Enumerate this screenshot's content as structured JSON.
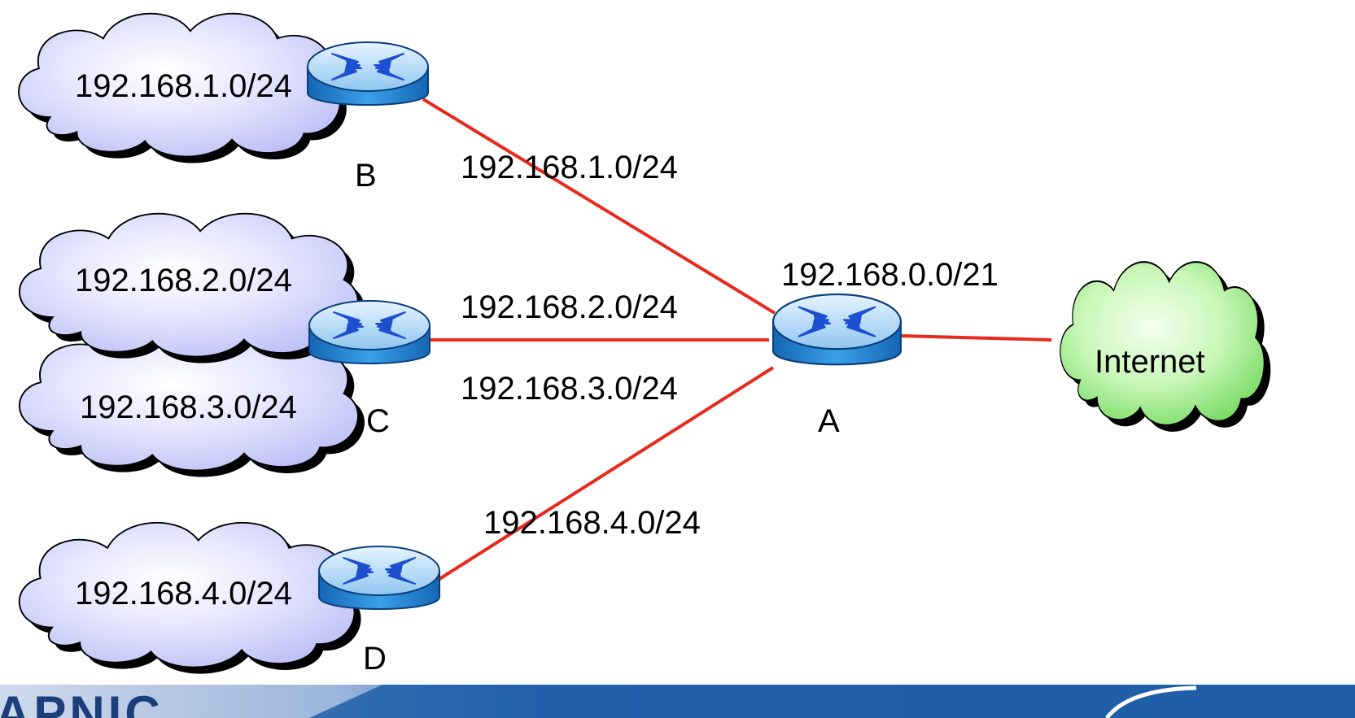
{
  "labels": {
    "cloud_b": "192.168.1.0/24",
    "cloud_c1": "192.168.2.0/24",
    "cloud_c2": "192.168.3.0/24",
    "cloud_d": "192.168.4.0/24",
    "internet": "Internet",
    "router_a": "A",
    "router_b": "B",
    "router_c": "C",
    "router_d": "D",
    "router_a_summary": "192.168.0.0/21",
    "link_b": "192.168.1.0/24",
    "link_c1": "192.168.2.0/24",
    "link_c2": "192.168.3.0/24",
    "link_d": "192.168.4.0/24"
  },
  "footer": {
    "logo_text": "APNIC"
  },
  "colors": {
    "link": "#e8291c",
    "cloud_fill": "#dfe0ff",
    "internet_fill": "#b6f5a8",
    "router_blue": "#2f8fd6",
    "footer_blue": "#1f5fa8"
  }
}
